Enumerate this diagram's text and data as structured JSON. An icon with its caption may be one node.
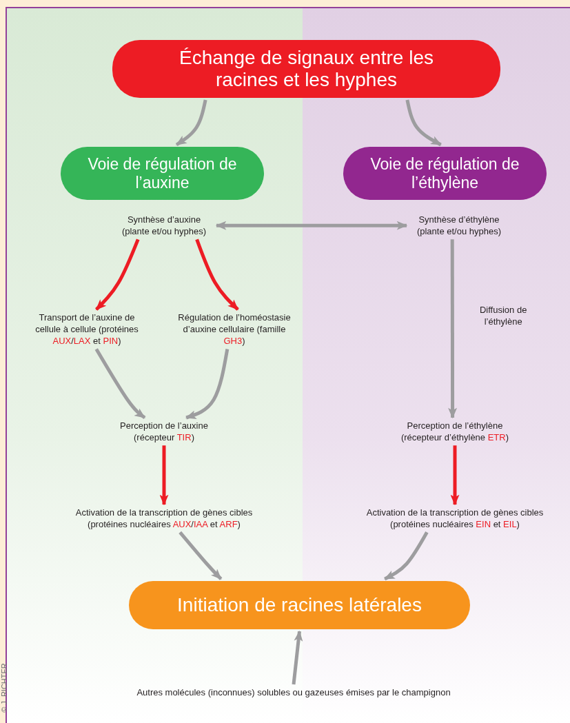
{
  "diagram": {
    "nodes": [
      {
        "text": [
          "Échange de signaux entre les racines et les hyphes"
        ]
      },
      {
        "text": [
          "Voie de régulation de l’auxine"
        ]
      },
      {
        "text": [
          "Voie de régulation de l’éthylène"
        ]
      },
      {
        "text": [
          "Synthèse d’auxine (plante et/ou hyphes)"
        ]
      },
      {
        "text": [
          "Synthèse d’éthylène (plante et/ou hyphes)"
        ]
      },
      {
        "text": [
          "Transport de l’auxine de cellule à cellule (protéines **AUX**/**LAX** et **PIN**)"
        ]
      },
      {
        "text": [
          "Régulation de l’homéostasie d’auxine cellulaire (famille **GH3**)"
        ]
      },
      {
        "text": [
          "Perception de l’auxine (récepteur **TIR**)"
        ]
      },
      {
        "text": [
          "Perception de l’éthylène (récepteur d’éthylène **ETR**)"
        ]
      },
      {
        "text": [
          "Activation de la transcription de gènes cibles (protéines nucléaires **AUX**/**IAA** et **ARF**)"
        ]
      },
      {
        "text": [
          "Activation de la transcription de gènes cibles (protéines nucléaires **EIN** et **EIL**)"
        ]
      },
      {
        "text": [
          "Initiation de racines latérales"
        ]
      },
      {
        "text": [
          "Autres molécules (inconnues) solubles ou gazeuses émises par le champignon"
        ]
      }
    ],
    "edges": [
      {
        "from": 0,
        "to": 1,
        "arrow": "to"
      },
      {
        "from": 0,
        "to": 2,
        "arrow": "to"
      },
      {
        "from": 3,
        "to": 4,
        "arrow": "both"
      },
      {
        "from": 3,
        "to": 5,
        "arrow": "to",
        "color": "#ed1c24"
      },
      {
        "from": 3,
        "to": 6,
        "arrow": "to",
        "color": "#ed1c24"
      },
      {
        "from": 5,
        "to": 7,
        "arrow": "to"
      },
      {
        "from": 6,
        "to": 7,
        "arrow": "to"
      },
      {
        "from": 7,
        "to": 9,
        "arrow": "to",
        "color": "#ed1c24"
      },
      {
        "from": 4,
        "to": 8,
        "arrow": "to",
        "label": "Diffusion de l’éthylène"
      },
      {
        "from": 8,
        "to": 10,
        "arrow": "to",
        "color": "#ed1c24"
      },
      {
        "from": 9,
        "to": 11,
        "arrow": "to"
      },
      {
        "from": 10,
        "to": 11,
        "arrow": "to"
      },
      {
        "from": 12,
        "to": 11,
        "arrow": "to"
      }
    ],
    "labels": [
      "© J. RICHTER"
    ]
  }
}
